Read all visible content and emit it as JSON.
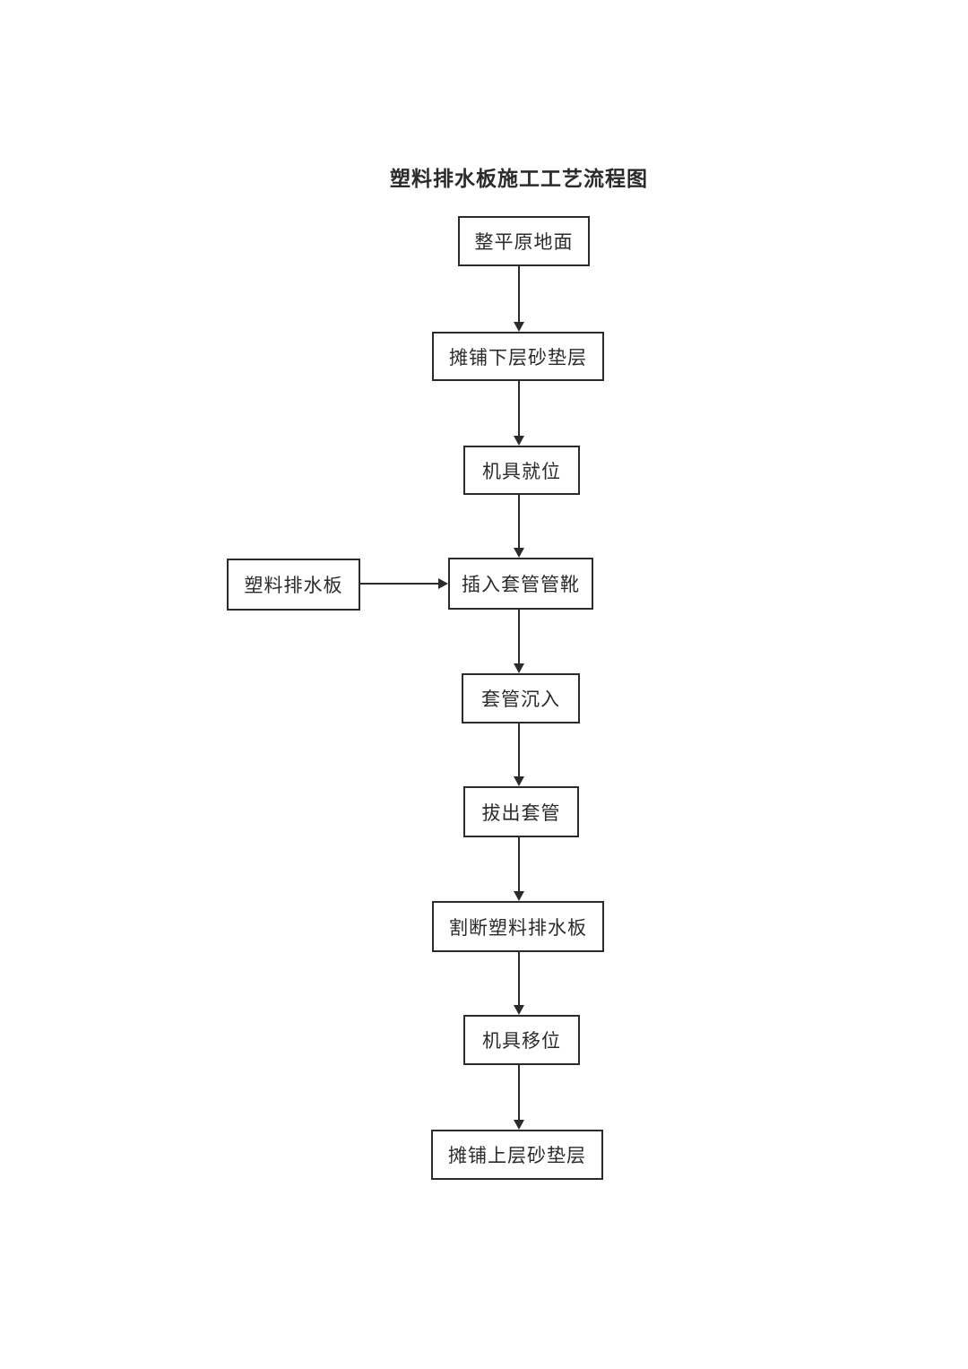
{
  "page": {
    "title": "塑料排水板施工工艺流程图"
  },
  "flowchart": {
    "nodes": [
      {
        "id": "step-1",
        "label": "整平原地面"
      },
      {
        "id": "step-2",
        "label": "摊铺下层砂垫层"
      },
      {
        "id": "step-3",
        "label": "机具就位"
      },
      {
        "id": "step-4",
        "label": "插入套管管靴"
      },
      {
        "id": "step-5",
        "label": "套管沉入"
      },
      {
        "id": "step-6",
        "label": "拔出套管"
      },
      {
        "id": "step-7",
        "label": "割断塑料排水板"
      },
      {
        "id": "step-8",
        "label": "机具移位"
      },
      {
        "id": "step-9",
        "label": "摊铺上层砂垫层"
      }
    ],
    "side_node": {
      "id": "input-material",
      "label": "塑料排水板"
    },
    "edges": [
      {
        "from": "整平原地面",
        "to": "摊铺下层砂垫层",
        "direction": "down"
      },
      {
        "from": "摊铺下层砂垫层",
        "to": "机具就位",
        "direction": "down"
      },
      {
        "from": "机具就位",
        "to": "插入套管管靴",
        "direction": "down"
      },
      {
        "from": "塑料排水板",
        "to": "插入套管管靴",
        "direction": "right"
      },
      {
        "from": "插入套管管靴",
        "to": "套管沉入",
        "direction": "down"
      },
      {
        "from": "套管沉入",
        "to": "拔出套管",
        "direction": "down"
      },
      {
        "from": "拔出套管",
        "to": "割断塑料排水板",
        "direction": "down"
      },
      {
        "from": "割断塑料排水板",
        "to": "机具移位",
        "direction": "down"
      },
      {
        "from": "机具移位",
        "to": "摊铺上层砂垫层",
        "direction": "down"
      }
    ],
    "colors": {
      "line": "#2b2b2b",
      "text": "#2b2b2b",
      "background": "#ffffff"
    }
  }
}
